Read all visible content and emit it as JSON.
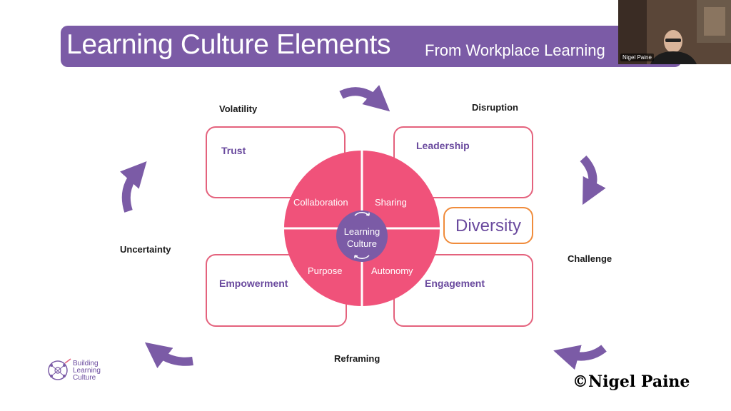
{
  "title": {
    "main": "Learning Culture Elements",
    "subtitle": "From Workplace Learning"
  },
  "webcam": {
    "name": "Nigel Paine"
  },
  "forces": {
    "volatility": "Volatility",
    "disruption": "Disruption",
    "challenge": "Challenge",
    "reframing": "Reframing",
    "uncertainty": "Uncertainty"
  },
  "boxes": {
    "trust": "Trust",
    "leadership": "Leadership",
    "empowerment": "Empowerment",
    "engagement": "Engagement",
    "diversity": "Diversity"
  },
  "circle": {
    "collaboration": "Collaboration",
    "sharing": "Sharing",
    "purpose": "Purpose",
    "autonomy": "Autonomy",
    "center_line1": "Learning",
    "center_line2": "Culture"
  },
  "logo": {
    "line1": "Building",
    "line2": "Learning",
    "line3": "Culture"
  },
  "copyright": "©Nigel Paine",
  "colors": {
    "purple": "#7b5ba6",
    "pink": "#f0527a",
    "box_border": "#e4627d",
    "diversity_border": "#f08c3c",
    "label_purple": "#6a4a9e"
  }
}
